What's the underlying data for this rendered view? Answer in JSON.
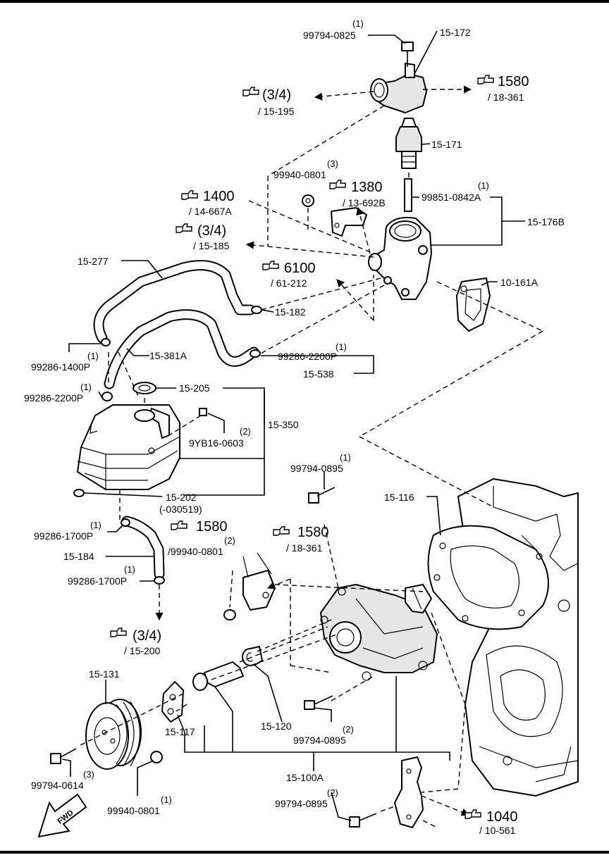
{
  "refs": {
    "r_99794_0825": "99794-0825",
    "q_99794_0825": "(1)",
    "r_15_172": "15-172",
    "r_15_171": "15-171",
    "ref_1580_top": "1580",
    "ref_1580_top_sub": "/ 18-361",
    "ref_34_top": "(3/4)",
    "ref_34_top_sub": "/ 15-195",
    "r_99940_0801_top": "99940-0801",
    "q_99940_0801_top": "(3)",
    "ref_1380": "1380",
    "ref_1380_sub": "/ 13-692B",
    "r_99851_0842a": "99851-0842A",
    "q_99851_0842a": "(1)",
    "ref_1400": "1400",
    "ref_1400_sub": "/ 14-667A",
    "r_15_176b": "15-176B",
    "ref_34_mid": "(3/4)",
    "ref_34_mid_sub": "/ 15-185",
    "r_15_277": "15-277",
    "ref_6100": "6100",
    "ref_6100_sub": "/ 61-212",
    "r_10_161a": "10-161A",
    "r_15_182": "15-182",
    "r_99286_1400p": "99286-1400P",
    "q_99286_1400p": "(1)",
    "r_15_381a": "15-381A",
    "r_99286_2200p_r": "99286-2200P",
    "q_99286_2200p_r": "(1)",
    "r_15_538": "15-538",
    "r_99286_2200p_l": "99286-2200P",
    "q_99286_2200p_l": "(1)",
    "r_15_205": "15-205",
    "r_15_350": "15-350",
    "r_9yb16_0603": "9YB16-0603",
    "q_9yb16_0603": "(2)",
    "r_99794_0895_top": "99794-0895",
    "q_99794_0895_top": "(1)",
    "r_15_202": "15-202",
    "r_15_202_date": "(-030519)",
    "r_15_116": "15-116",
    "r_99286_1700p_a": "99286-1700P",
    "q_99286_1700p_a": "(1)",
    "ref_1580_mid": "1580",
    "ref_1580_mid_sub": "/99940-0801",
    "q_1580_mid": "(2)",
    "ref_1580_right": "1580",
    "ref_1580_right_sub": "/ 18-361",
    "r_15_184": "15-184",
    "r_99286_1700p_b": "99286-1700P",
    "q_99286_1700p_b": "(1)",
    "ref_34_bot": "(3/4)",
    "ref_34_bot_sub": "/ 15-200",
    "r_15_131": "15-131",
    "r_15_117": "15-117",
    "r_15_120": "15-120",
    "r_99794_0895_mid": "99794-0895",
    "q_99794_0895_mid": "(2)",
    "r_99794_0614": "99794-0614",
    "q_99794_0614": "(3)",
    "r_15_100a": "15-100A",
    "r_99940_0801_bot": "99940-0801",
    "q_99940_0801_bot": "(1)",
    "r_99794_0895_bot": "99794-0895",
    "q_99794_0895_bot": "(2)",
    "ref_1040": "1040",
    "ref_1040_sub": "/ 10-561",
    "fwd": "FWD"
  }
}
